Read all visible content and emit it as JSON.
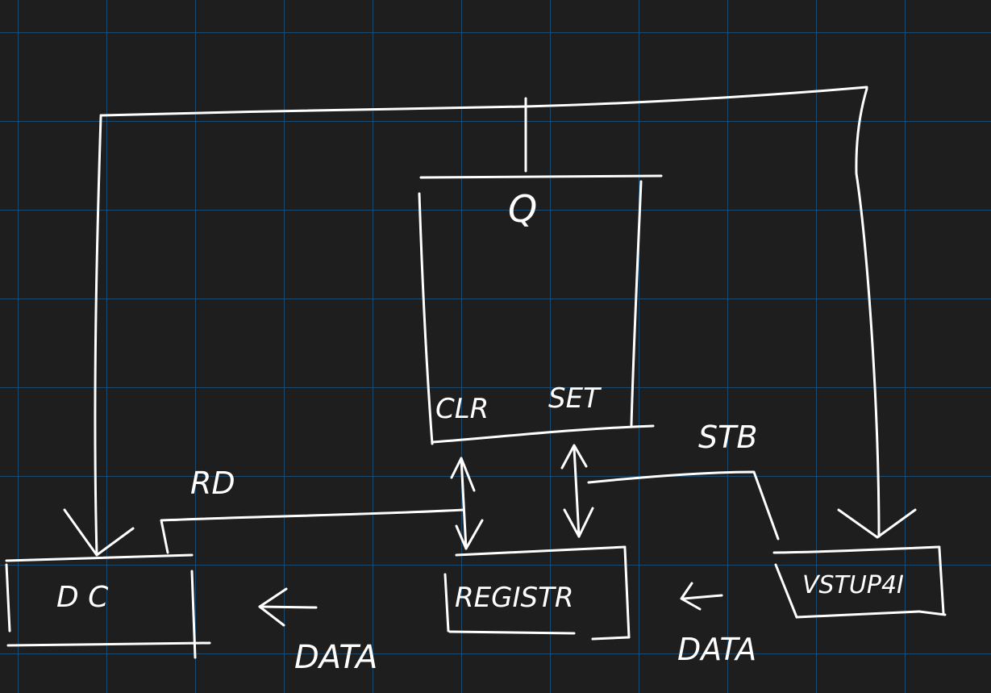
{
  "diagram": {
    "flipflop": {
      "output": "Q",
      "clear": "CLR",
      "set": "SET"
    },
    "dc": {
      "label": "D C"
    },
    "register": {
      "label": "REGISTR"
    },
    "input": {
      "label": "VSTUP4I"
    },
    "signals": {
      "read": "RD",
      "strobe": "STB",
      "data_left": "DATA",
      "data_right": "DATA"
    }
  },
  "colors": {
    "ink": "#ffffff",
    "background": "#1e1e1e",
    "grid": "#1c4a6e"
  }
}
